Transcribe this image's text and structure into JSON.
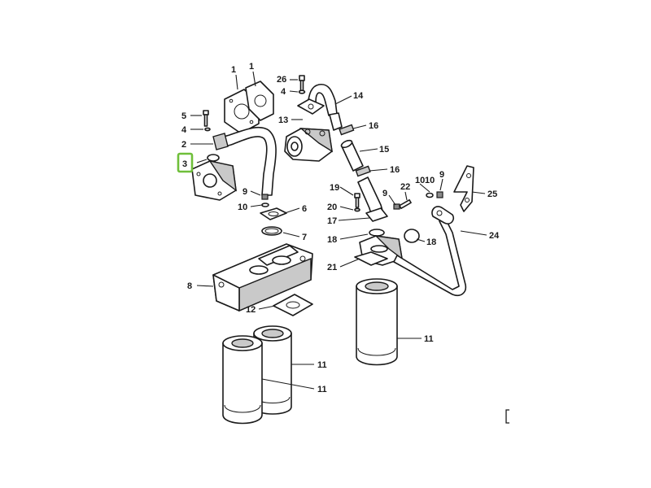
{
  "diagram": {
    "highlight_color": "#6fbf3a",
    "highlighted_callout": "3",
    "callouts": [
      {
        "id": "c1a",
        "label": "1"
      },
      {
        "id": "c1b",
        "label": "1"
      },
      {
        "id": "c26",
        "label": "26"
      },
      {
        "id": "c4a",
        "label": "4"
      },
      {
        "id": "c14",
        "label": "14"
      },
      {
        "id": "c5",
        "label": "5"
      },
      {
        "id": "c13",
        "label": "13"
      },
      {
        "id": "c16a",
        "label": "16"
      },
      {
        "id": "c4b",
        "label": "4"
      },
      {
        "id": "c2",
        "label": "2"
      },
      {
        "id": "c15",
        "label": "15"
      },
      {
        "id": "c3",
        "label": "3"
      },
      {
        "id": "c16b",
        "label": "16"
      },
      {
        "id": "c10a",
        "label": "10"
      },
      {
        "id": "c9a",
        "label": "9"
      },
      {
        "id": "c10b",
        "label": "10"
      },
      {
        "id": "c9b",
        "label": "9"
      },
      {
        "id": "c22",
        "label": "22"
      },
      {
        "id": "c25",
        "label": "25"
      },
      {
        "id": "c19",
        "label": "19"
      },
      {
        "id": "c9c",
        "label": "9"
      },
      {
        "id": "c10c",
        "label": "10"
      },
      {
        "id": "c6",
        "label": "6"
      },
      {
        "id": "c20",
        "label": "20"
      },
      {
        "id": "c17",
        "label": "17"
      },
      {
        "id": "c7",
        "label": "7"
      },
      {
        "id": "c18a",
        "label": "18"
      },
      {
        "id": "c18b",
        "label": "18"
      },
      {
        "id": "c24",
        "label": "24"
      },
      {
        "id": "c21",
        "label": "21"
      },
      {
        "id": "c8",
        "label": "8"
      },
      {
        "id": "c12",
        "label": "12"
      },
      {
        "id": "c11a",
        "label": "11"
      },
      {
        "id": "c11b",
        "label": "11"
      },
      {
        "id": "c11c",
        "label": "11"
      }
    ]
  }
}
